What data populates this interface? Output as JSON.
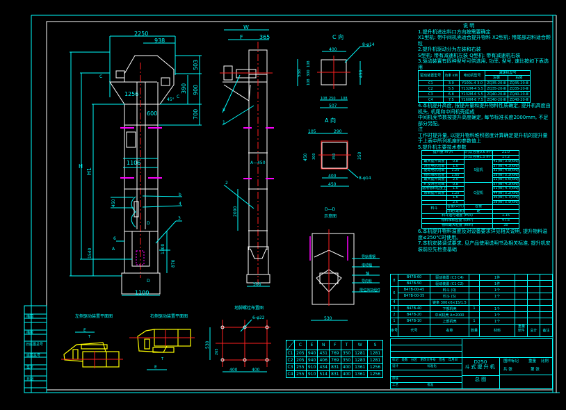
{
  "colors": {
    "background": "#000000",
    "dimension": "#00ffff",
    "outline": "#ffffff",
    "centerline": "#ff2020",
    "section_mark": "#ff00ff",
    "detail": "#ffff00"
  },
  "main_view": {
    "dims": {
      "width_total": "2250",
      "width_top": "938",
      "dim_1256": "1256",
      "dim_600": "600",
      "dim_1106": "1106",
      "dim_503": "503",
      "dim_390": "390",
      "dim_900": "900",
      "dim_700": "700",
      "angle": "45°",
      "H": "H",
      "H1": "H1",
      "dim_450": "450",
      "dim_1540": "1540",
      "dim_870": "870",
      "dim_1100": "1100",
      "dim_1300": "1300"
    },
    "labels": {
      "C": "C",
      "C2": "C",
      "D_top": "D",
      "D_bottom": "D",
      "A": "A",
      "part_3": "3",
      "part_b": "b",
      "part_4": "4",
      "part_6": "6"
    }
  },
  "side_view": {
    "dims": {
      "W": "W",
      "F": "F",
      "dim_365": "365",
      "A_label": "A—450",
      "dim_2000": "2000",
      "dim_566": "566"
    },
    "labels": {
      "part_8": "8",
      "part_1": "1",
      "part_2": "2"
    }
  },
  "view_c": {
    "title": "C 向",
    "dims": {
      "d400": "400",
      "d558": "558",
      "d108a": "108",
      "d300": "300",
      "d108b": "108",
      "d450": "450",
      "d108c": "108",
      "d250": "250",
      "d108d": "108",
      "d507": "507",
      "bolt": "8-φ14"
    }
  },
  "view_a": {
    "title": "A 向",
    "dims": {
      "d105": "105",
      "d290": "290",
      "d450l": "450",
      "d300": "300",
      "d350c": "350",
      "d350": "350",
      "d400": "400",
      "d450": "450",
      "bolt": "8-φ14"
    }
  },
  "view_d": {
    "title": "D—D",
    "subtitle": "示意图",
    "dims": {
      "d530": "530"
    },
    "callouts": [
      "导轨槽钢",
      "滚动轴",
      "轴",
      "导向轮",
      "限位挡块组件"
    ]
  },
  "left_mount": {
    "title": "左侧驱动装置平面图",
    "dims": {
      "E": "E",
      "T": "T"
    }
  },
  "right_mount": {
    "title": "右侧驱动装置平面图",
    "dims": {
      "E": "E",
      "T": "T"
    }
  },
  "foundation": {
    "title": "地脚螺栓布置图",
    "dims": {
      "bolt": "6-φ22",
      "d530": "530",
      "d265": "265",
      "d400a": "400",
      "d400b": "400"
    }
  },
  "param_table": {
    "headers": [
      "",
      "C",
      "E",
      "N",
      "F",
      "T",
      "W",
      "S"
    ],
    "rows": [
      [
        "C1",
        "205",
        "940",
        "431",
        "769",
        "350",
        "1281",
        "1281"
      ],
      [
        "C2",
        "205",
        "940",
        "406",
        "769",
        "350",
        "1283",
        "1281"
      ],
      [
        "C3",
        "255",
        "910",
        "434",
        "831",
        "400",
        "1361",
        "1256"
      ],
      [
        "C4",
        "255",
        "910",
        "514",
        "831",
        "400",
        "1361",
        "1256"
      ]
    ]
  },
  "notes": {
    "title": "说 明",
    "lines": [
      "1.提升机进出料口方向按需要确定",
      "   X1型机: 带中间机壳适合提升物料  X2型机: 带尾部进料适合颗粒",
      "2.提升机驱动分为左装和右装",
      "   S型机: 带有减速机左装  Q型机: 带有减速机右装",
      "3.驱动装置有四种型号可供选用, 功率, 型号, 速比按如下表选用"
    ],
    "drive_table": {
      "headers": [
        "驱动装置型号",
        "功率 kW",
        "电动机型号",
        "减速机型号"
      ],
      "subheaders": [
        "左装",
        "右装"
      ],
      "rows": [
        [
          "C1",
          "3.0",
          "Y100L-4 3.0",
          "ZQ35-20-Ⅲ",
          "ZQ35-20-Ⅲ"
        ],
        [
          "C2",
          "5.5",
          "Y132M-4 5.5",
          "ZQ35-20-Ⅲ",
          "ZQ35-20-Ⅲ"
        ],
        [
          "C3",
          "6.8",
          "Y132M-6 5.5",
          "ZQ40-20-Ⅲ",
          "ZQ40-20-Ⅲ"
        ],
        [
          "C4",
          "7.5",
          "Y160M-6 7.5",
          "ZQ40-20-Ⅲ",
          "ZQ40-20-Ⅲ"
        ]
      ]
    },
    "lines2": [
      "4.本机提升高度, 按提升量和提升物料性质确定, 提升机高度由机头, 机尾和中间机壳组成",
      "   中间机壳节数按提升高度确定, 每节标准长度2000mm, 不足部分另配。",
      "注",
      "   工作时提升量, 以提升物料堆积密度计算确定提升机的提升量于上表中所列机座的参数值上"
    ],
    "spec_title": "5.提升机主要技术参数",
    "spec_rows": [
      [
        "提升量 m³/h",
        "斗式(容量0.6 m³)",
        "21.0"
      ],
      [
        "",
        "斗式(容量1.5 m³)",
        "17.2"
      ],
      [
        "",
        "0.8",
        "41(W) 3.9(kW)"
      ],
      [
        "",
        "1.0",
        "37(W) 4.3(kW)"
      ],
      [
        "",
        "1.25",
        "32(W) 4.8(kW)"
      ],
      [
        "",
        "1.60",
        "28(W) 5.3(kW)"
      ],
      [
        "",
        "2.0",
        "11(W) 5.6(kW)"
      ],
      [
        "",
        "0.8",
        "57(W) 4.3(kW)"
      ],
      [
        "",
        "1.0",
        "51(W) 4.7(kW)"
      ],
      [
        "",
        "1.25",
        "44(W) 5.2(kW)"
      ],
      [
        "",
        "1.6",
        "36(W) 5.7(kW)"
      ],
      [
        "",
        "2.0",
        "28(W) 5.9(kW)"
      ]
    ],
    "spec_groups": [
      "S型机",
      "Q型机"
    ],
    "spec_left": [
      "最大提升高度",
      "对应电机功率",
      "驱动电机功率",
      "物料堆积密度",
      "最大提升高度",
      "H 及对应功率",
      "适用物料粒度上",
      "限制提升高度"
    ],
    "spec_bottom": [
      [
        "料斗",
        "容量(公斤)",
        "容量"
      ],
      [
        "",
        "斗距(毫米)",
        "距"
      ],
      [
        "料斗运行速度 (m/s)",
        "1.15"
      ],
      [
        "物料堆积密度 (t/m³)",
        "47.5"
      ],
      [
        "物料最大粒度 (mm)",
        "35"
      ]
    ],
    "lines3": [
      "6.本机提升物料温度及对设备要求详见相关说明, 提升物料温度≤250℃时使用。",
      "7.本机安装调试要求, 见产品使用说明书及相关标准, 提升机安装前应先检查基础"
    ]
  },
  "bom": {
    "rows": [
      [
        "8",
        "B47B-60",
        "驱动装置 (C3 C4)",
        "",
        "1件"
      ],
      [
        "",
        "B47B-50",
        "驱动装置 (C1 C2)",
        "",
        "1件"
      ],
      [
        "6",
        "B47B-00-45",
        "料斗 (Q)",
        "",
        "1个"
      ],
      [
        "",
        "B47B-00-35",
        "料斗 (S)",
        "",
        "1个"
      ],
      [
        "4",
        "",
        "链条 300×6×15/1.5",
        "",
        ""
      ],
      [
        "3",
        "B47B-40",
        "下部机壳",
        "1",
        "1个"
      ],
      [
        "2",
        "B47B-20",
        "中间机壳 A=2000",
        "",
        "1个"
      ],
      [
        "1",
        "B47B-10",
        "上部机壳",
        "1",
        "1个"
      ]
    ],
    "header": [
      "序号",
      "代号",
      "名称",
      "数量",
      "材料",
      "单件",
      "总计",
      "备注"
    ],
    "header2": [
      "重量"
    ]
  },
  "title_block": {
    "model": "D250",
    "product": "斗式提升机",
    "drawing": "总 图",
    "labels": [
      "标记",
      "处数",
      "分区",
      "更改文件号",
      "签名",
      "年月日"
    ],
    "labels2": [
      "设计",
      "标准化"
    ],
    "labels3": [
      "审核"
    ],
    "labels4": [
      "工艺",
      "批准"
    ],
    "stage": "图样标记",
    "weight": "重量",
    "scale": "比例",
    "sheet_a": "共 张",
    "sheet_b": "第 张"
  },
  "side_strip": {
    "labels": [
      "描图",
      "描校",
      "旧底图总号",
      "底图总号",
      "签字",
      "日期"
    ]
  }
}
